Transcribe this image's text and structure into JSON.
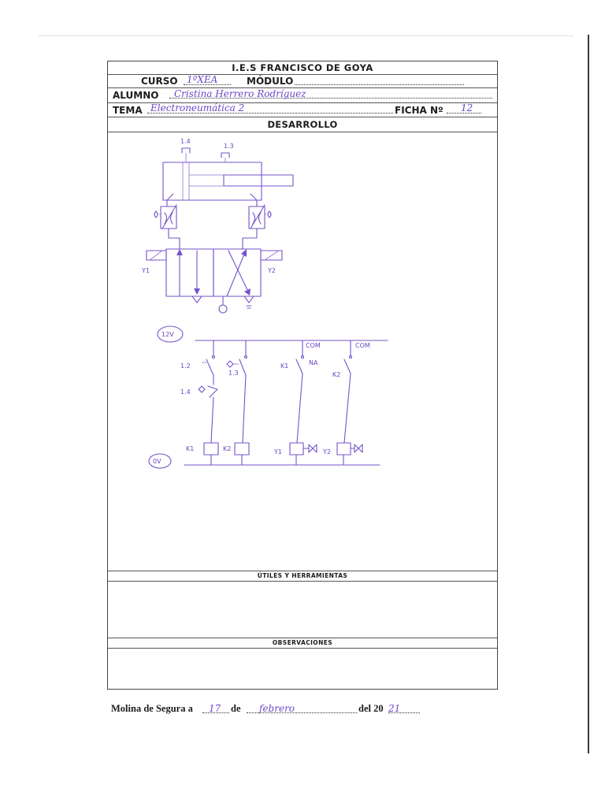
{
  "header": {
    "school": "I.E.S FRANCISCO DE GOYA",
    "curso_label": "CURSO",
    "curso_value": "1ºXEA",
    "modulo_label": "MÓDULO",
    "alumno_label": "ALUMNO",
    "alumno_value": "Cristina Herrero Rodríguez",
    "tema_label": "TEMA",
    "tema_value": "Electroneumática 2",
    "ficha_label": "FICHA Nº",
    "ficha_value": "12"
  },
  "sections": {
    "desarrollo": "DESARROLLO",
    "utiles": "ÚTILES Y HERRAMIENTAS",
    "observaciones": "OBSERVACIONES"
  },
  "diagram": {
    "pneumatic": {
      "sensor_a": "1.4",
      "sensor_b": "1.3",
      "coil_left": "Y1",
      "coil_right": "Y2"
    },
    "electric": {
      "supply": "12V",
      "ground": "0V",
      "com1": "COM",
      "com2": "COM",
      "s12": "1.2",
      "s13": "1.3",
      "s14": "1.4",
      "k1_contact": "K1",
      "na": "NA",
      "k2_contact": "K2",
      "k1": "K1",
      "k2": "K2",
      "y1": "Y1",
      "y2": "Y2"
    }
  },
  "footer": {
    "place": "Molina de Segura a",
    "day": "17",
    "de": "de",
    "month": "febrero",
    "del": "del 20",
    "year": "21"
  },
  "colors": {
    "ink": "#7453c9",
    "print": "#1c1c1c"
  }
}
